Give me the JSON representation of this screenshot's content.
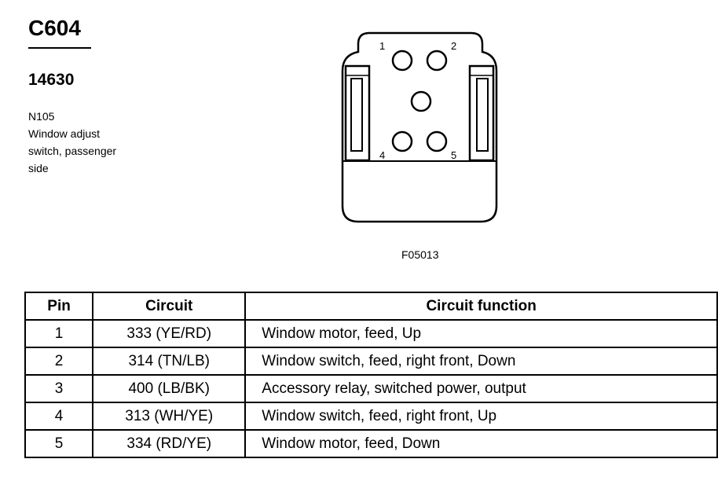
{
  "header": {
    "connector_id": "C604",
    "part_number": "14630",
    "description_lines": [
      "N105",
      "Window adjust",
      "switch, passenger",
      "side"
    ]
  },
  "diagram": {
    "pin_labels": [
      "1",
      "2",
      "4",
      "5"
    ],
    "figure_code": "F05013"
  },
  "table": {
    "headers": {
      "pin": "Pin",
      "circuit": "Circuit",
      "function": "Circuit function"
    },
    "rows": [
      {
        "pin": "1",
        "circuit": "333 (YE/RD)",
        "function": "Window motor, feed, Up"
      },
      {
        "pin": "2",
        "circuit": "314 (TN/LB)",
        "function": "Window switch, feed, right front, Down"
      },
      {
        "pin": "3",
        "circuit": "400 (LB/BK)",
        "function": "Accessory relay, switched power, output"
      },
      {
        "pin": "4",
        "circuit": "313 (WH/YE)",
        "function": "Window switch, feed, right front, Up"
      },
      {
        "pin": "5",
        "circuit": "334 (RD/YE)",
        "function": "Window motor, feed, Down"
      }
    ]
  }
}
